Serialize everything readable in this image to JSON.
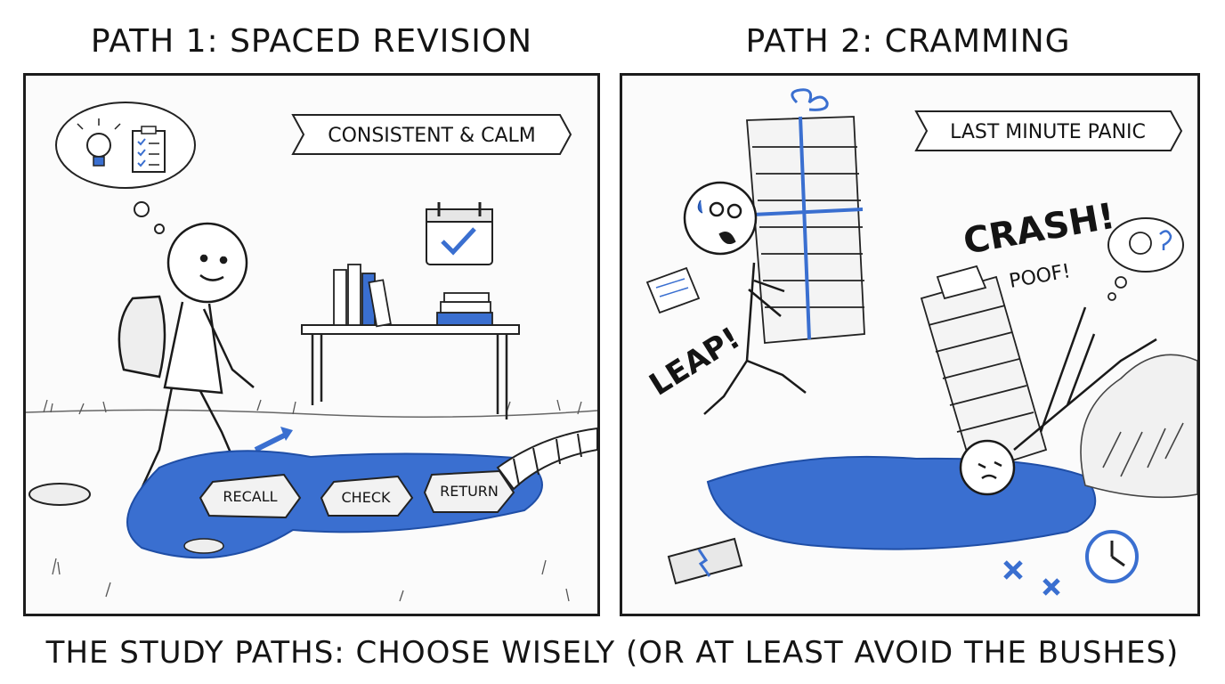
{
  "titles": {
    "left": "PATH 1: SPACED REVISION",
    "right": "PATH 2: CRAMMING"
  },
  "left_panel": {
    "banner": "CONSISTENT & CALM",
    "stones": [
      "RECALL",
      "CHECK",
      "RETURN"
    ]
  },
  "right_panel": {
    "banner": "LAST MINUTE PANIC",
    "sfx": {
      "leap": "LEAP!",
      "crash": "CRASH!",
      "poof": "POOF!"
    }
  },
  "footer": "THE STUDY PATHS: CHOOSE WISELY (OR AT LEAST AVOID THE BUSHES)",
  "colors": {
    "ink": "#141414",
    "accent_blue": "#3a6fd0",
    "paper": "#fbfbfb"
  }
}
